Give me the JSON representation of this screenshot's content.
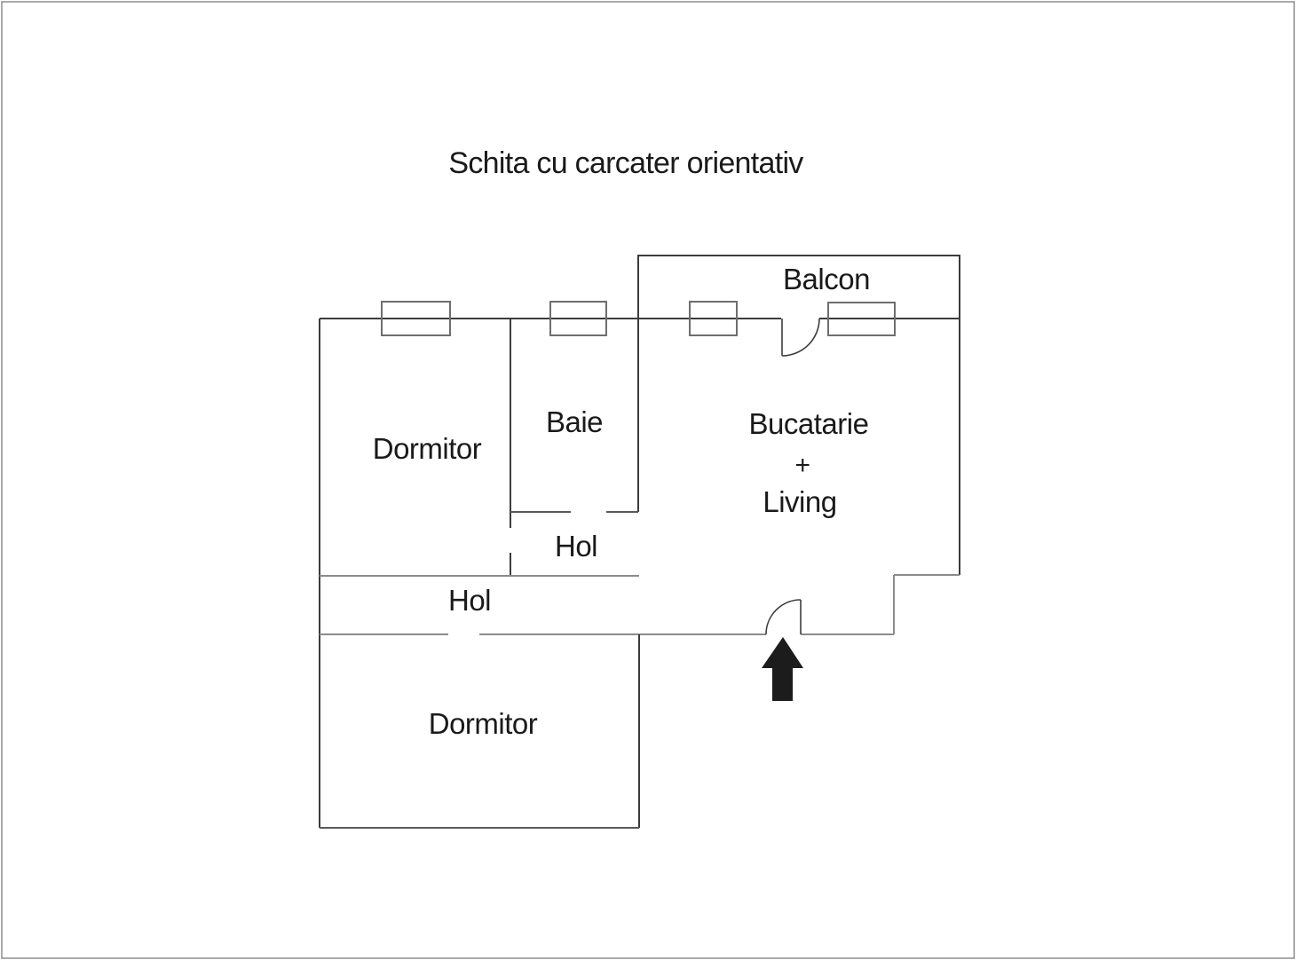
{
  "title": "Schita cu carcater orientativ",
  "rooms": {
    "balcon": {
      "label": "Balcon"
    },
    "dormitor_top": {
      "label": "Dormitor"
    },
    "baie": {
      "label": "Baie"
    },
    "bucatarie": {
      "line1": "Bucatarie",
      "line2": "+",
      "line3": "Living"
    },
    "hol_upper": {
      "label": "Hol"
    },
    "hol_lower": {
      "label": "Hol"
    },
    "dormitor_bottom": {
      "label": "Dormitor"
    }
  },
  "colors": {
    "text_color": "#1a1a1a",
    "wall_dark": "#3c3c3c",
    "wall_mid": "#5a5a5a",
    "wall_light": "#8b8b8b",
    "window_color": "#6e6e6e",
    "arrow_color": "#1c1c1c",
    "border_color": "#8e8e8e"
  }
}
